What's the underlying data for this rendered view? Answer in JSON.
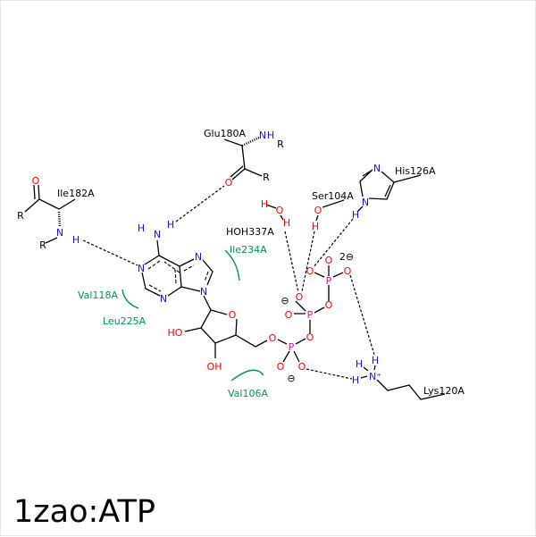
{
  "title": "1zao:ATP",
  "residues": {
    "glu180": "Glu180A",
    "ile182": "Ile182A",
    "ser104": "Ser104A",
    "his126": "His126A",
    "lys120": "Lys120A",
    "hoh337": "HOH337A"
  },
  "hydrophobic": {
    "ile234": "Ile234A",
    "val118": "Val118A",
    "leu225": "Leu225A",
    "val106": "Val106A"
  },
  "atoms": {
    "N": "N",
    "O": "O",
    "H": "H",
    "R": "R",
    "P": "P",
    "HO": "HO",
    "OH": "OH",
    "Nplus": "N⁺",
    "minus": "⊖",
    "two_minus": "2⊖"
  },
  "colors": {
    "nitrogen": "#1010ff",
    "oxygen": "#ff0000",
    "phosphorus": "#d81b8a",
    "hydrophobic": "#00935a"
  }
}
